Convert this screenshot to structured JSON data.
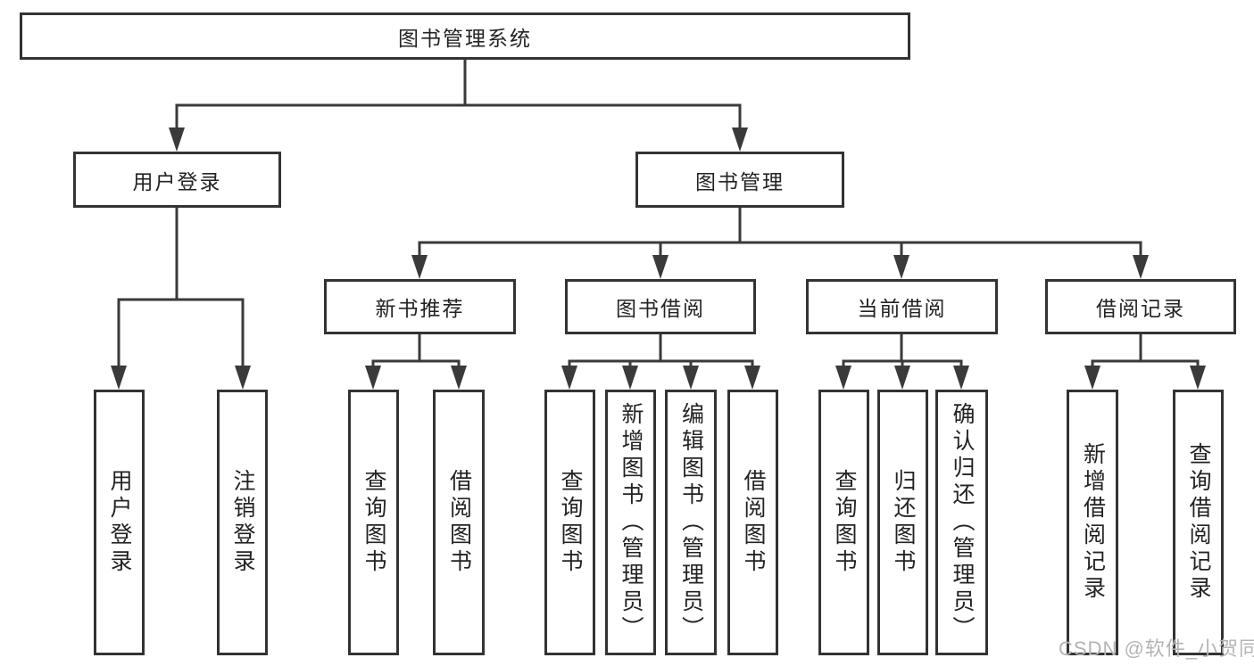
{
  "diagram": {
    "root": {
      "label": "图书管理系统",
      "children": [
        {
          "label": "用户登录",
          "children": [
            {
              "label": "用户登录"
            },
            {
              "label": "注销登录"
            }
          ]
        },
        {
          "label": "图书管理",
          "children": [
            {
              "label": "新书推荐",
              "children": [
                {
                  "label": "查询图书"
                },
                {
                  "label": "借阅图书"
                }
              ]
            },
            {
              "label": "图书借阅",
              "children": [
                {
                  "label": "查询图书"
                },
                {
                  "label": "新增图书（管理员）"
                },
                {
                  "label": "编辑图书（管理员）"
                },
                {
                  "label": "借阅图书"
                }
              ]
            },
            {
              "label": "当前借阅",
              "children": [
                {
                  "label": "查询图书"
                },
                {
                  "label": "归还图书"
                },
                {
                  "label": "确认归还（管理员）"
                }
              ]
            },
            {
              "label": "借阅记录",
              "children": [
                {
                  "label": "新增借阅记录"
                },
                {
                  "label": "查询借阅记录"
                }
              ]
            }
          ]
        }
      ]
    }
  },
  "watermark": {
    "text": "CSDN @软件_小贺同学"
  },
  "colors": {
    "line": "#3a3a3a",
    "box_border": "#333333",
    "text": "#232323",
    "watermark": "#b4b4b4",
    "background": "#ffffff"
  }
}
